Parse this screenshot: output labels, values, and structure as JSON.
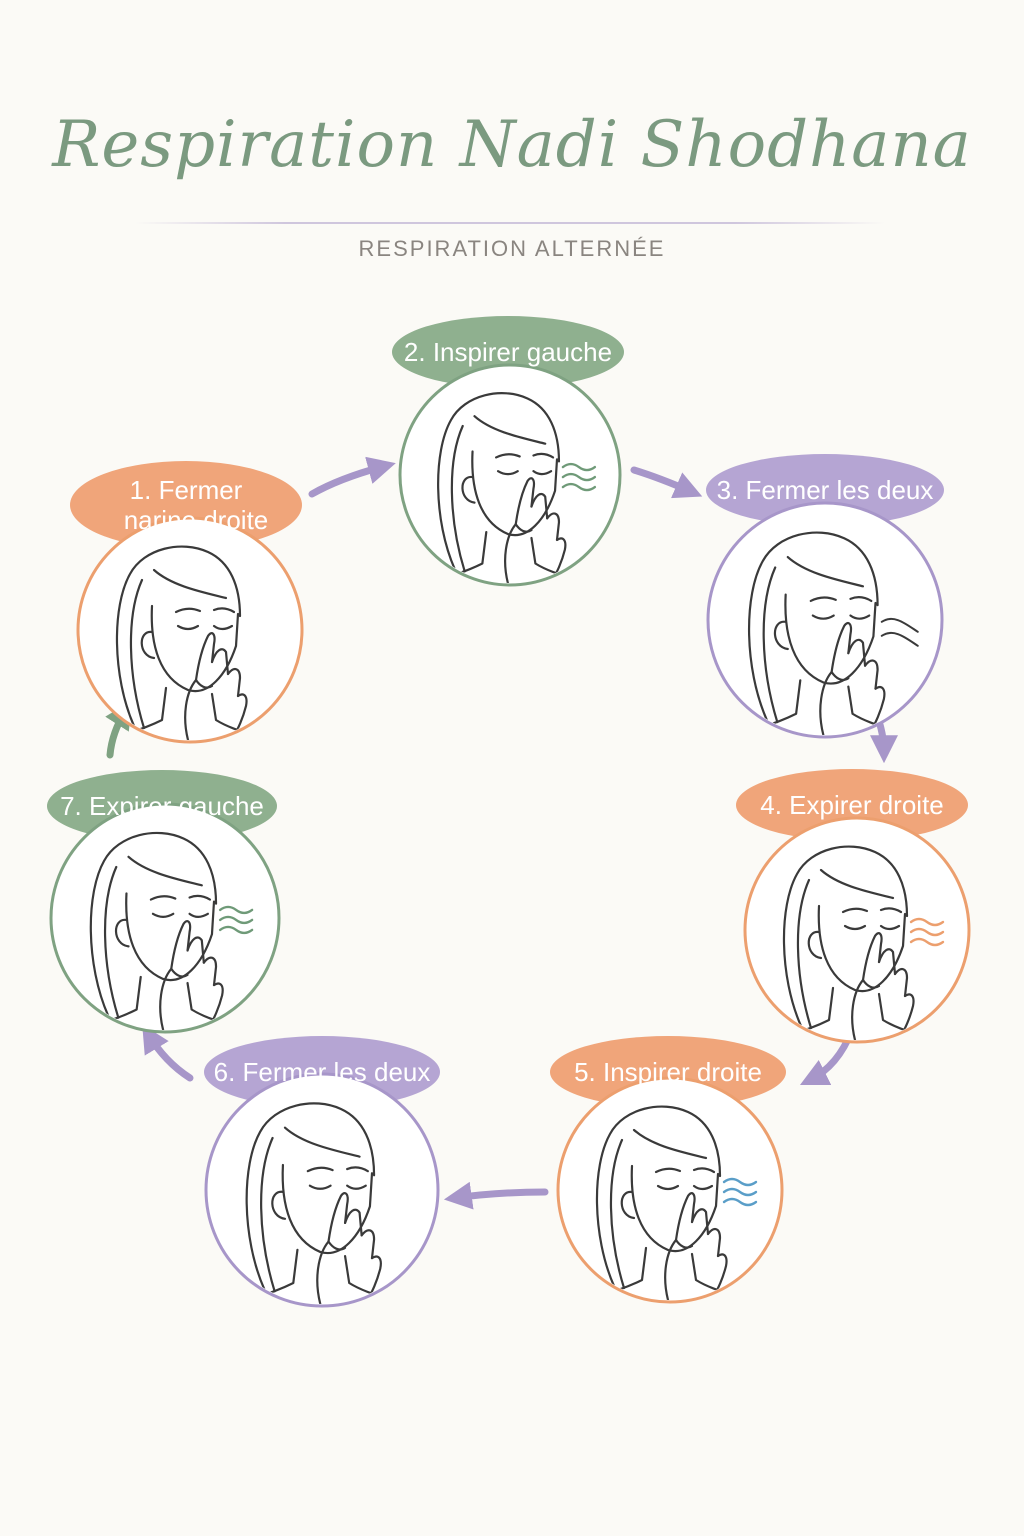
{
  "title": "Respiration Nadi Shodhana",
  "subtitle": "RESPIRATION ALTERNÉE",
  "colors": {
    "green": "#8fb08f",
    "orange": "#f0a57a",
    "purple": "#b5a5d3",
    "line": "#3a3a3a",
    "background": "#fbfaf6"
  },
  "steps": [
    {
      "label_lines": [
        "1. Fermer",
        "narine droite"
      ],
      "color": "orange",
      "breath": "none"
    },
    {
      "label_lines": [
        "2. Inspirer gauche"
      ],
      "color": "green",
      "breath": "waves-green"
    },
    {
      "label_lines": [
        "3. Fermer les deux"
      ],
      "color": "purple",
      "breath": "lines-dark"
    },
    {
      "label_lines": [
        "4. Expirer droite"
      ],
      "color": "orange",
      "breath": "waves-orange"
    },
    {
      "label_lines": [
        "5. Inspirer droite"
      ],
      "color": "orange",
      "breath": "waves-blue"
    },
    {
      "label_lines": [
        "6. Fermer les deux"
      ],
      "color": "purple",
      "breath": "none"
    },
    {
      "label_lines": [
        "7. Expirer gauche"
      ],
      "color": "green",
      "breath": "waves-green"
    }
  ]
}
